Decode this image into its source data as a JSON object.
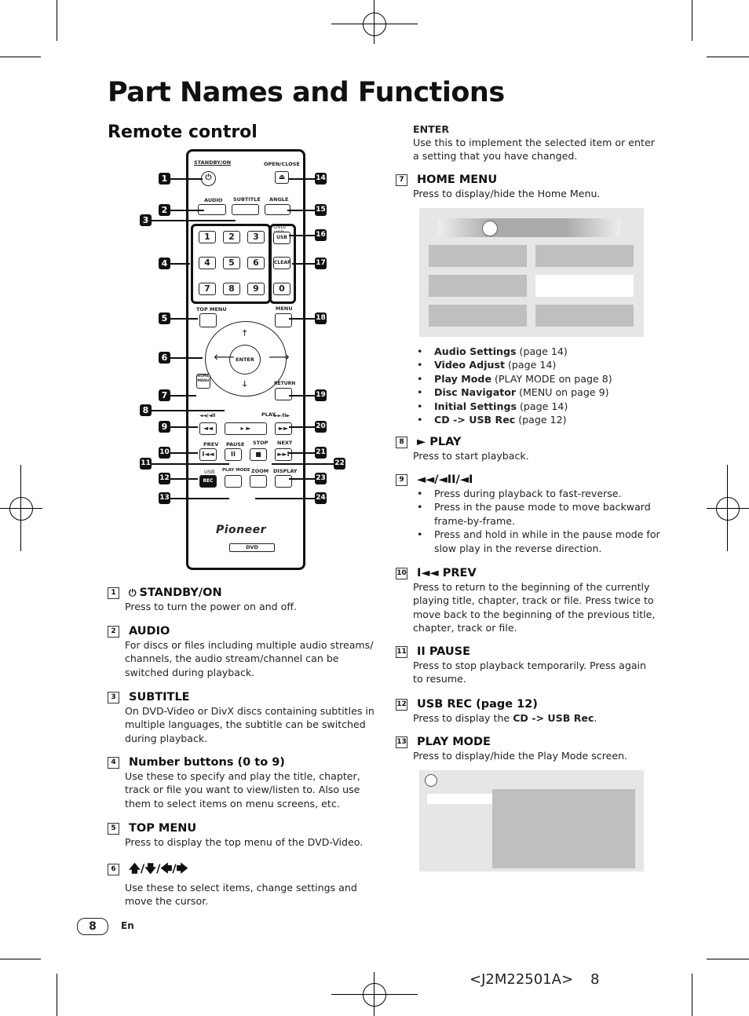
{
  "page_title": "Part Names and Functions",
  "section_title": "Remote control",
  "remote": {
    "standby": "STANDBY/ON",
    "open_close": "OPEN/CLOSE",
    "audio": "AUDIO",
    "subtitle": "SUBTITLE",
    "angle": "ANGLE",
    "dvd_usb": "DVD/ USB",
    "clear": "CLEAR",
    "top_menu": "TOP MENU",
    "menu": "MENU",
    "enter": "ENTER",
    "home_menu": "HOME MENU",
    "return": "RETURN",
    "play": "PLAY",
    "prev": "PREV",
    "pause": "PAUSE",
    "stop": "STOP",
    "next": "NEXT",
    "usb": "USB",
    "rec": "REC",
    "play_mode": "PLAY MODE",
    "zoom": "ZOOM",
    "display": "DISPLAY",
    "brand": "Pioneer",
    "dvd": "DVD",
    "digits": [
      "1",
      "2",
      "3",
      "4",
      "5",
      "6",
      "7",
      "8",
      "9",
      "0"
    ],
    "callouts": [
      "1",
      "2",
      "3",
      "4",
      "5",
      "6",
      "7",
      "8",
      "9",
      "10",
      "11",
      "12",
      "13",
      "14",
      "15",
      "16",
      "17",
      "18",
      "19",
      "20",
      "21",
      "22",
      "23",
      "24"
    ]
  },
  "left_items": [
    {
      "n": "1",
      "title": "STANDBY/ON",
      "icon": "power-icon",
      "text": "Press to turn the power on and off."
    },
    {
      "n": "2",
      "title": "AUDIO",
      "text": "For discs or files including multiple audio streams/ channels, the audio stream/channel can be switched during playback."
    },
    {
      "n": "3",
      "title": "SUBTITLE",
      "text": "On DVD-Video or DivX discs containing subtitles in multiple languages, the subtitle can be switched during playback."
    },
    {
      "n": "4",
      "title": "Number buttons (0 to 9)",
      "text": "Use these to specify and play the title, chapter, track or file you want to view/listen to. Also use them to select items on menu screens, etc."
    },
    {
      "n": "5",
      "title": "TOP MENU",
      "text": "Press to display the top menu of the DVD-Video."
    },
    {
      "n": "6",
      "title": "🡅/🡇/🡄/🡆",
      "text": "Use these to select items, change settings and move the cursor."
    }
  ],
  "enter": {
    "title": "ENTER",
    "text": "Use this to implement the selected item or enter a setting that you have changed."
  },
  "home_menu": {
    "n": "7",
    "title": "HOME MENU",
    "text": "Press to display/hide the Home Menu.",
    "bullets": [
      {
        "b": "Audio Settings",
        "r": " (page 14)"
      },
      {
        "b": "Video Adjust",
        "r": " (page 14)"
      },
      {
        "b": "Play Mode",
        "r": " (PLAY MODE on page 8)"
      },
      {
        "b": "Disc Navigator",
        "r": " (MENU on page 9)"
      },
      {
        "b": "Initial Settings",
        "r": " (page 14)"
      },
      {
        "b": "CD -> USB Rec",
        "r": " (page 12)"
      }
    ]
  },
  "right_items": [
    {
      "n": "8",
      "title": "► PLAY",
      "text": "Press to start playback."
    },
    {
      "n": "9",
      "title": "◄◄/◄II/◄I",
      "bullets": [
        "Press during playback to fast-reverse.",
        "Press in the pause mode to move backward frame-by-frame.",
        "Press and hold in while in the pause mode for slow play in the reverse direction."
      ]
    },
    {
      "n": "10",
      "title": "I◄◄ PREV",
      "text": "Press to return to the beginning of the currently playing title, chapter, track or file. Press twice to move back to the beginning of the previous title, chapter, track or file."
    },
    {
      "n": "11",
      "title": "II PAUSE",
      "text": "Press to stop playback temporarily. Press again to resume."
    },
    {
      "n": "12",
      "title": "USB REC (page 12)",
      "text_pre": "Press to display the ",
      "text_bold": "CD -> USB Rec",
      "text_post": "."
    },
    {
      "n": "13",
      "title": "PLAY MODE",
      "text": "Press to display/hide the Play Mode screen."
    }
  ],
  "footer": {
    "page": "8",
    "lang": "En",
    "code": "<J2M22501A>",
    "page_right": "8"
  }
}
